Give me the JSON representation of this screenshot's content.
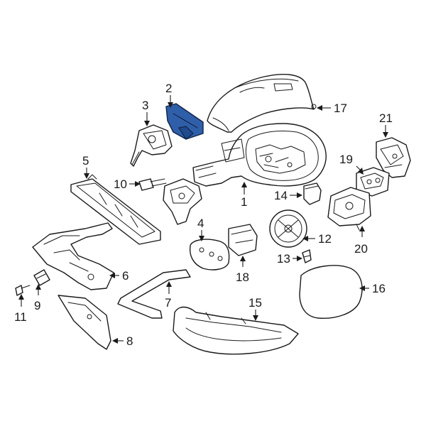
{
  "diagram": {
    "highlight_color": "#2f5fa8",
    "callouts": [
      {
        "id": "2",
        "label": "2"
      },
      {
        "id": "3",
        "label": "3"
      },
      {
        "id": "17",
        "label": "17"
      },
      {
        "id": "21",
        "label": "21"
      },
      {
        "id": "5",
        "label": "5"
      },
      {
        "id": "19",
        "label": "19"
      },
      {
        "id": "10",
        "label": "10"
      },
      {
        "id": "14",
        "label": "14"
      },
      {
        "id": "1",
        "label": "1"
      },
      {
        "id": "4",
        "label": "4"
      },
      {
        "id": "12",
        "label": "12"
      },
      {
        "id": "20",
        "label": "20"
      },
      {
        "id": "18",
        "label": "18"
      },
      {
        "id": "13",
        "label": "13"
      },
      {
        "id": "6",
        "label": "6"
      },
      {
        "id": "16",
        "label": "16"
      },
      {
        "id": "9",
        "label": "9"
      },
      {
        "id": "7",
        "label": "7"
      },
      {
        "id": "11",
        "label": "11"
      },
      {
        "id": "15",
        "label": "15"
      },
      {
        "id": "8",
        "label": "8"
      }
    ]
  }
}
